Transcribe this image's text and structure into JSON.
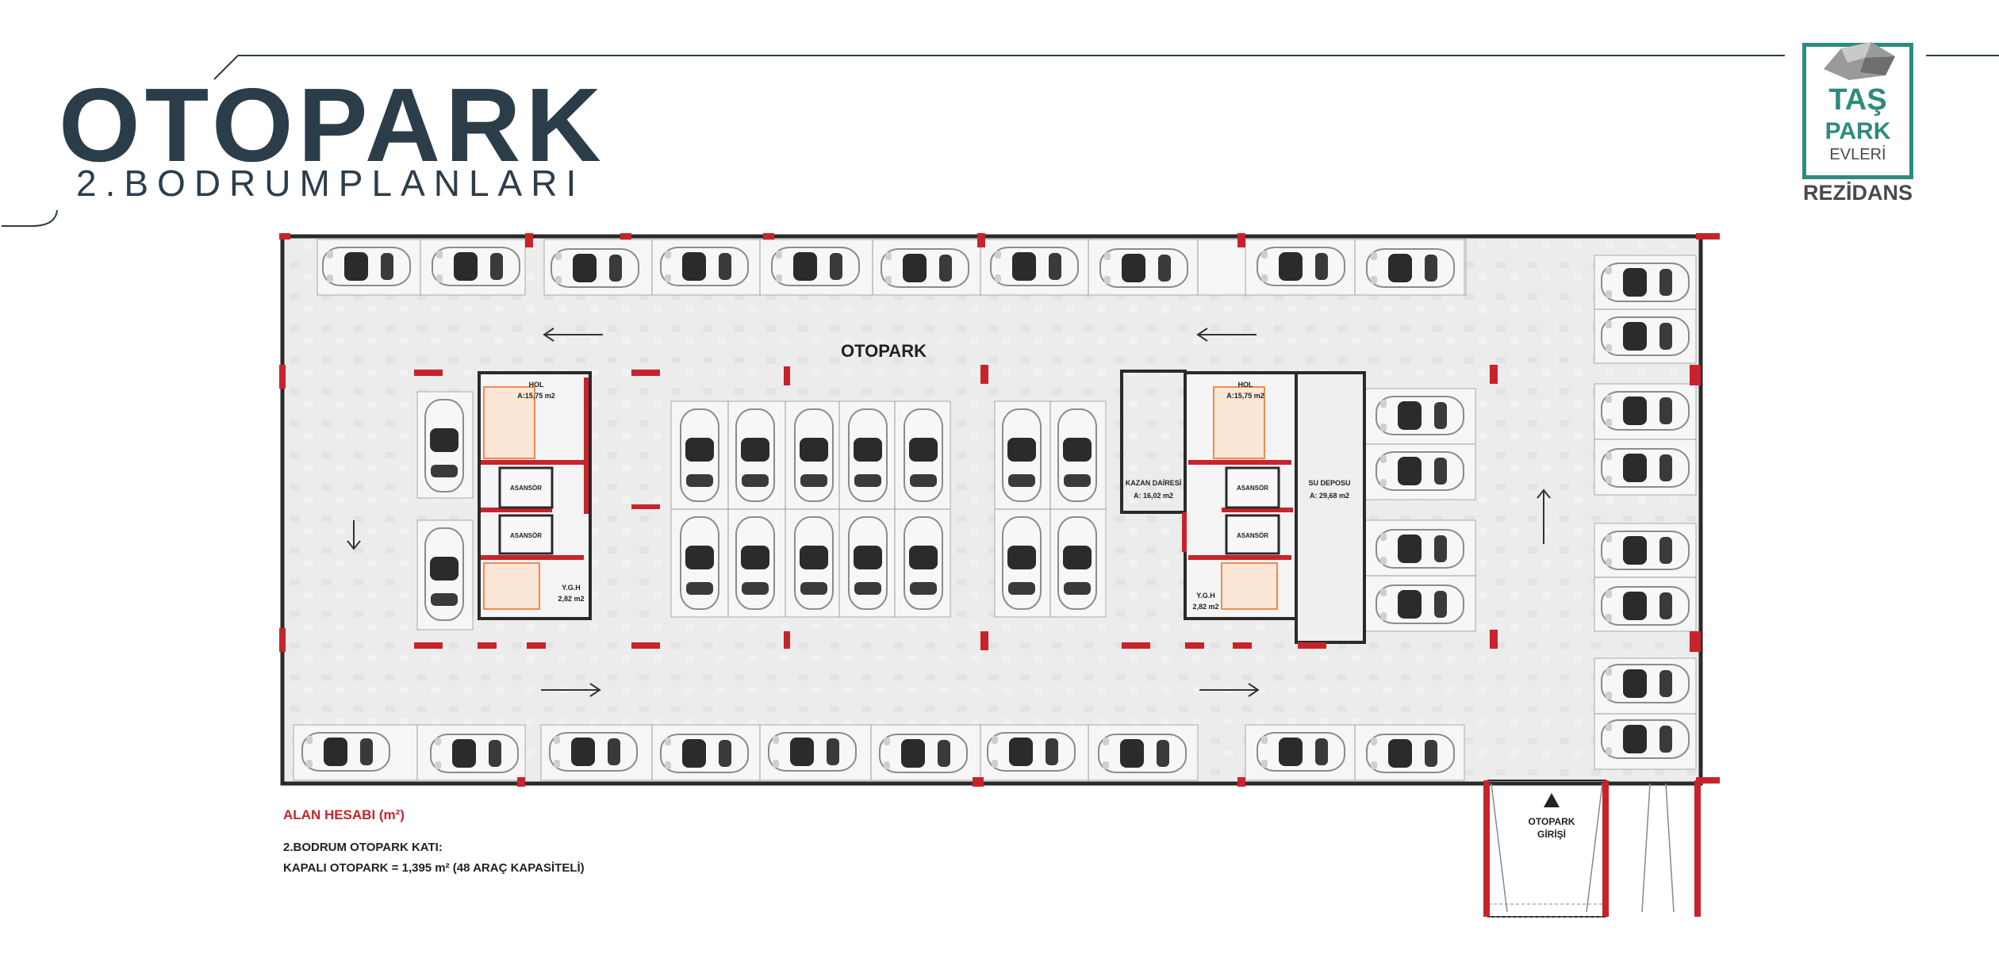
{
  "header": {
    "title": "OTOPARK",
    "subtitle": "2.BODRUMPLANLARI"
  },
  "logo": {
    "line1": "TAŞ",
    "line2": "PARK",
    "line3": "EVLERİ",
    "line4": "REZİDANS"
  },
  "plan": {
    "main_label": "OTOPARK",
    "core_left": {
      "hol": "HOL",
      "hol_area": "A:15,75 m2",
      "elevator_1": "ASANSÖR",
      "elevator_2": "ASANSÖR",
      "ygh": "Y.G.H",
      "ygh_area": "2,82 m2"
    },
    "core_right": {
      "hol": "HOL",
      "hol_area": "A:15,75 m2",
      "elevator_1": "ASANSÖR",
      "elevator_2": "ASANSÖR",
      "ygh": "Y.G.H",
      "ygh_area": "2,82 m2",
      "boiler": "KAZAN DAİRESİ",
      "boiler_area": "A: 16,02 m2",
      "water_tank": "SU DEPOSU",
      "water_tank_area": "A: 29,68 m2"
    },
    "entrance_line1": "OTOPARK",
    "entrance_line2": "GİRİŞİ"
  },
  "area_calc": {
    "title": "ALAN HESABI (m²)",
    "line1": "2.BODRUM OTOPARK KATI:",
    "line2": "KAPALI OTOPARK = 1,395 m² (48 ARAÇ KAPASİTELİ)"
  },
  "colors": {
    "title": "#2c3d4a",
    "accent_red": "#c8232c",
    "logo_teal": "#2e8b7e",
    "logo_dark": "#4a4a4a",
    "wall": "#2a2a2a",
    "floor": "#ededed",
    "stair_orange": "#f08a4b"
  }
}
